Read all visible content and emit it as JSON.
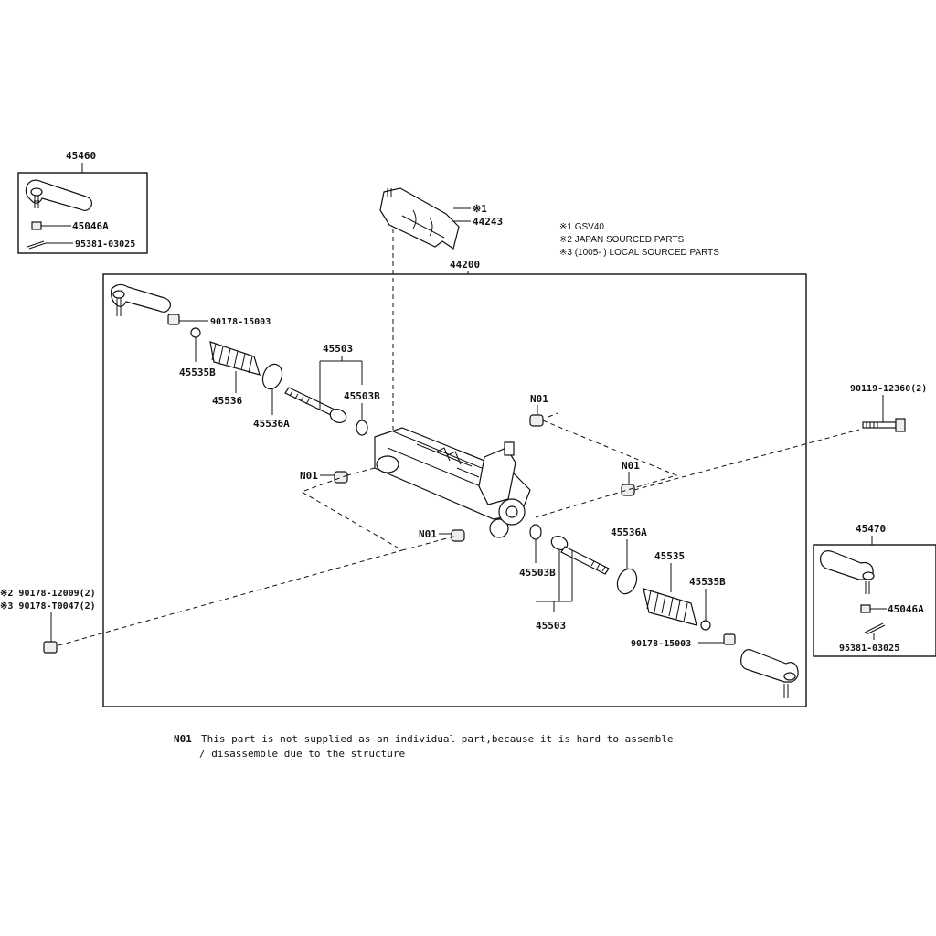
{
  "notes": {
    "n1": "※1  GSV40",
    "n2": "※2 JAPAN SOURCED PARTS",
    "n3": "※3 (1005-    ) LOCAL SOURCED PARTS"
  },
  "labels": {
    "box_left_title": "45460",
    "box_left_nut": "45046A",
    "box_left_pin": "95381-03025",
    "box_right_title": "45470",
    "box_right_nut": "45046A",
    "box_right_pin": "95381-03025",
    "cover_mark": "※1",
    "cover": "44243",
    "assembly": "44200",
    "nut_upper_left": "90178-15003",
    "clip_upper_left": "45535B",
    "boot_upper_left": "45536",
    "clamp_upper_left": "45536A",
    "rod_upper": "45503",
    "washer_upper": "45503B",
    "bushing_top": "N01",
    "bushing_left": "N01",
    "bushing_mid_right": "N01",
    "bushing_bottom": "N01",
    "bolt_right": "90119-12360(2)",
    "nut_japan": "※2 90178-12009(2)",
    "nut_local": "※3 90178-T0047(2)",
    "clamp_lower_right": "45536A",
    "boot_lower_right": "45535",
    "clip_lower_right": "45535B",
    "washer_lower": "45503B",
    "rod_lower": "45503",
    "nut_lower_right": "90178-15003"
  },
  "footnote": {
    "code": "N01",
    "line1": "This part is not supplied as an individual part,because it is hard to assemble",
    "line2": "/ disassemble due to the structure"
  }
}
